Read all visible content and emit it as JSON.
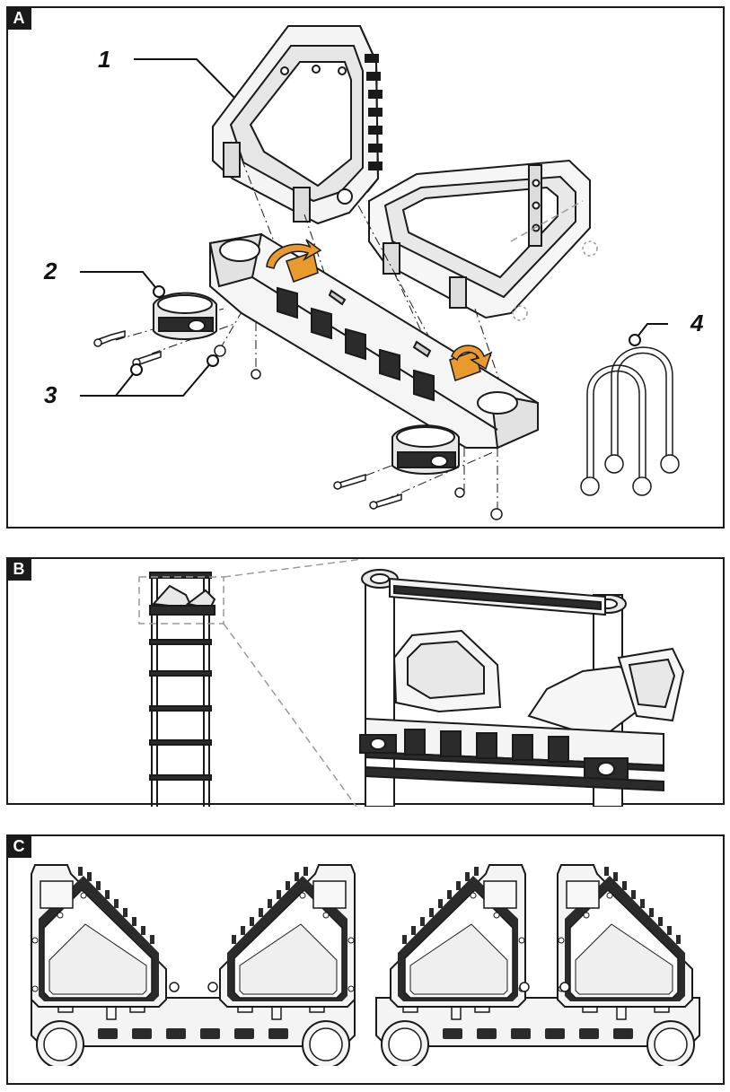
{
  "panels": {
    "a": {
      "tag": "A"
    },
    "b": {
      "tag": "B"
    },
    "c": {
      "tag": "C"
    }
  },
  "callouts": {
    "one": "1",
    "two": "2",
    "three": "3",
    "four": "4"
  },
  "colors": {
    "accent": "#e89a2c",
    "line": "#1a1a1a",
    "fill_light": "#f2f2f2",
    "fill_dark": "#2b2b2b",
    "dash": "#9a9a9a"
  }
}
